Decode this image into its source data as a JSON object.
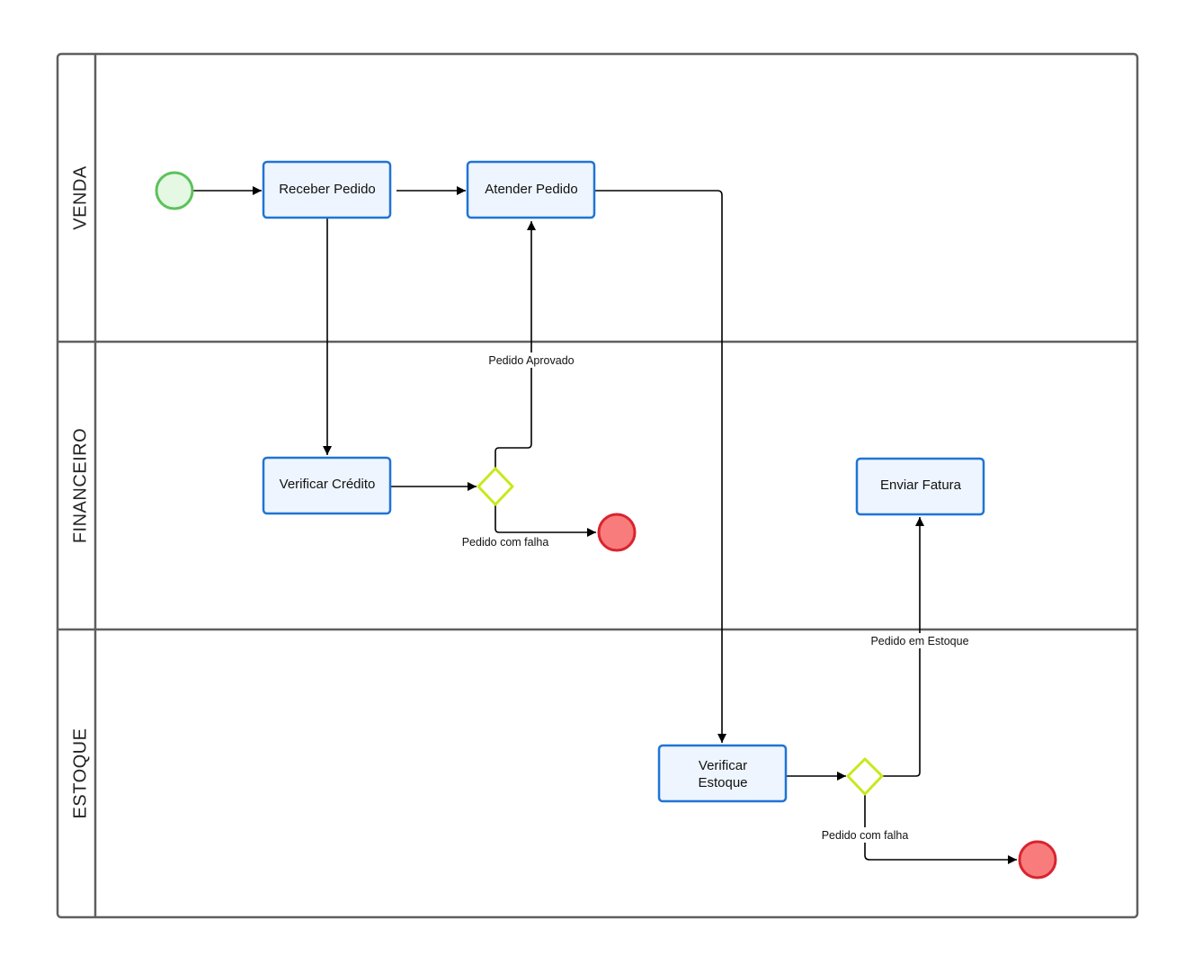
{
  "lanes": [
    {
      "id": "venda",
      "label": "VENDA"
    },
    {
      "id": "financeiro",
      "label": "FINANCEIRO"
    },
    {
      "id": "estoque",
      "label": "ESTOQUE"
    }
  ],
  "tasks": {
    "receber_pedido": {
      "lines": [
        "Receber Pedido"
      ]
    },
    "atender_pedido": {
      "lines": [
        "Atender Pedido"
      ]
    },
    "verificar_credito": {
      "lines": [
        "Verificar Crédito"
      ]
    },
    "enviar_fatura": {
      "lines": [
        "Enviar Fatura"
      ]
    },
    "verificar_estoque": {
      "lines": [
        "Verificar",
        "Estoque"
      ]
    }
  },
  "edge_labels": {
    "pedido_aprovado": "Pedido Aprovado",
    "pedido_com_falha_fin": "Pedido com falha",
    "pedido_em_estoque": "Pedido em Estoque",
    "pedido_com_falha_est": "Pedido com falha"
  },
  "colors": {
    "task_fill": "#eef5fe",
    "task_stroke": "#1f74d6",
    "start_fill": "#e4f8e3",
    "start_stroke": "#5cc25a",
    "end_fill": "#f97c7c",
    "end_stroke": "#d9242f",
    "gateway_fill": "#ffffff",
    "gateway_stroke": "#c8e81a",
    "pool_stroke": "#5f5f5f"
  }
}
